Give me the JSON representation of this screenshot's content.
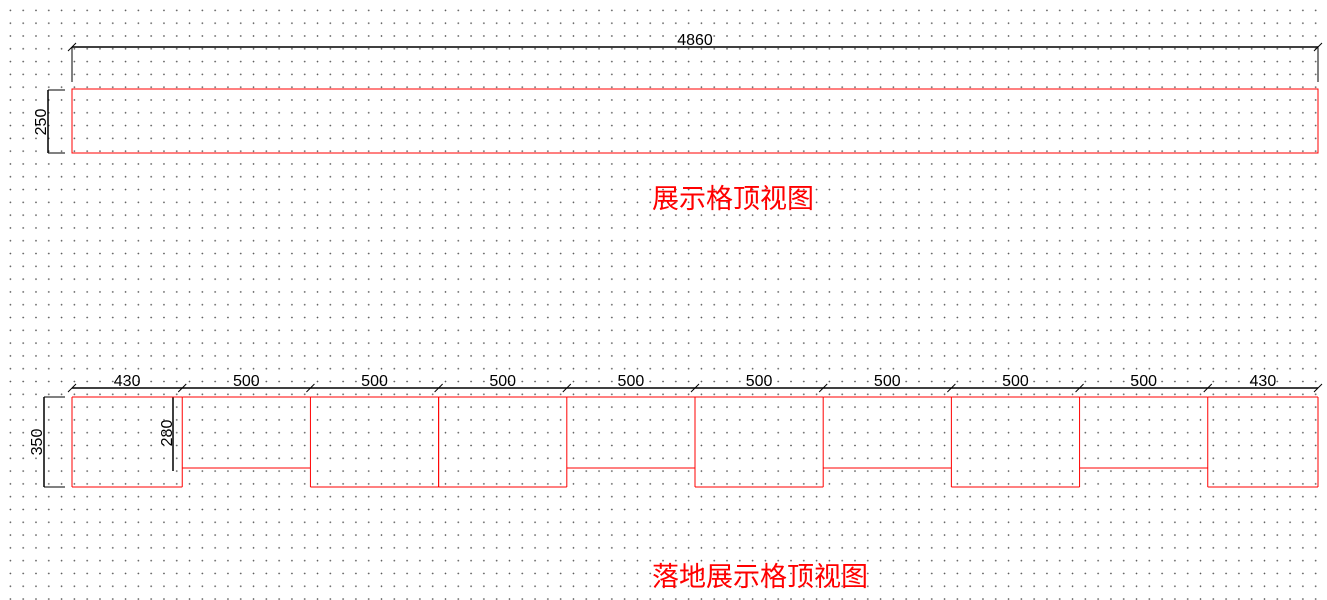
{
  "top_view": {
    "title": "展示格顶视图",
    "length": "4860",
    "depth": "250"
  },
  "floor_view": {
    "title": "落地展示格顶视图",
    "depth": "350",
    "inner_depth": "280",
    "segments": [
      {
        "width": "430",
        "type": "full"
      },
      {
        "width": "500",
        "type": "short"
      },
      {
        "width": "500",
        "type": "full"
      },
      {
        "width": "500",
        "type": "full"
      },
      {
        "width": "500",
        "type": "short"
      },
      {
        "width": "500",
        "type": "full"
      },
      {
        "width": "500",
        "type": "short"
      },
      {
        "width": "500",
        "type": "full"
      },
      {
        "width": "500",
        "type": "short"
      },
      {
        "width": "430",
        "type": "full"
      }
    ]
  },
  "colors": {
    "outline": "#ff0000",
    "dimension": "#000000"
  }
}
